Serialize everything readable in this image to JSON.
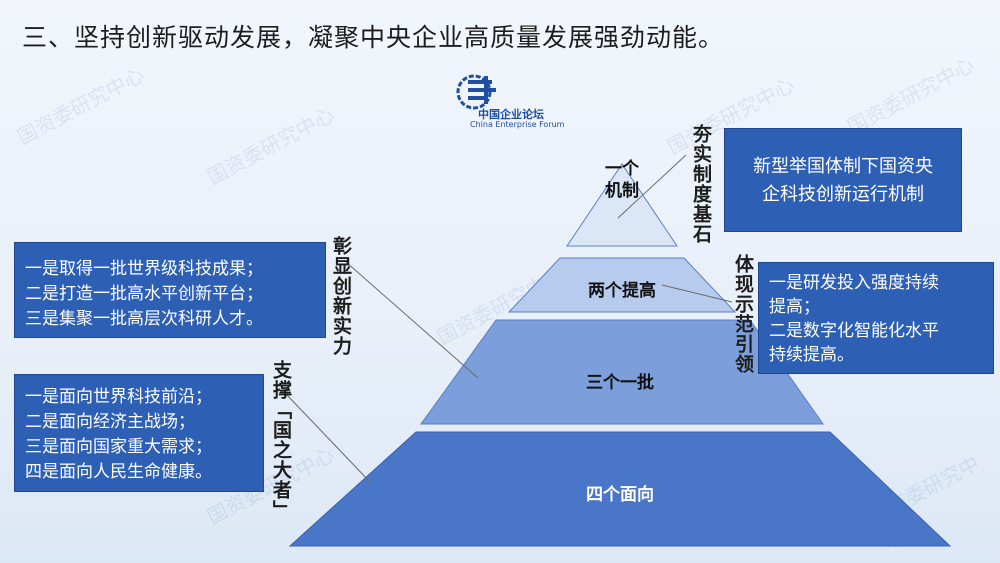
{
  "title": "三、坚持创新驱动发展，凝聚中央企业高质量发展强劲动能。",
  "logo": {
    "cn": "中国企业论坛",
    "en": "China Enterprise Forum",
    "icon": "china-enterprise-forum-logo"
  },
  "tiers": [
    {
      "label": "一个机制",
      "line1": "一个",
      "line2": "机制"
    },
    {
      "label": "两个提高"
    },
    {
      "label": "三个一批"
    },
    {
      "label": "四个面向"
    }
  ],
  "right_top": {
    "vertical": "夯实制度基石",
    "lines": [
      "新型举国体制下国资央",
      "企科技创新运行机制"
    ]
  },
  "right_mid": {
    "vertical": "体现示范引领",
    "lines": [
      "一是研发投入强度持续",
      "提高；",
      "二是数字化智能化水平",
      "持续提高。"
    ]
  },
  "left_top": {
    "vertical": "彰显创新实力",
    "lines": [
      "一是取得一批世界级科技成果；",
      "二是打造一批高水平创新平台；",
      "三是集聚一批高层次科研人才。"
    ]
  },
  "left_bottom": {
    "vertical": "支撑「国之大者」",
    "lines": [
      "一是面向世界科技前沿；",
      "二是面向经济主战场；",
      "三是面向国家重大需求；",
      "四是面向人民生命健康。"
    ]
  },
  "watermark": "国资委研究中心",
  "colors": {
    "box": "#2d5fb5",
    "tier1": "#dbe6f6",
    "tier2": "#b6cbee",
    "tier3": "#7c9fdc",
    "tier4": "#4a76c8"
  }
}
